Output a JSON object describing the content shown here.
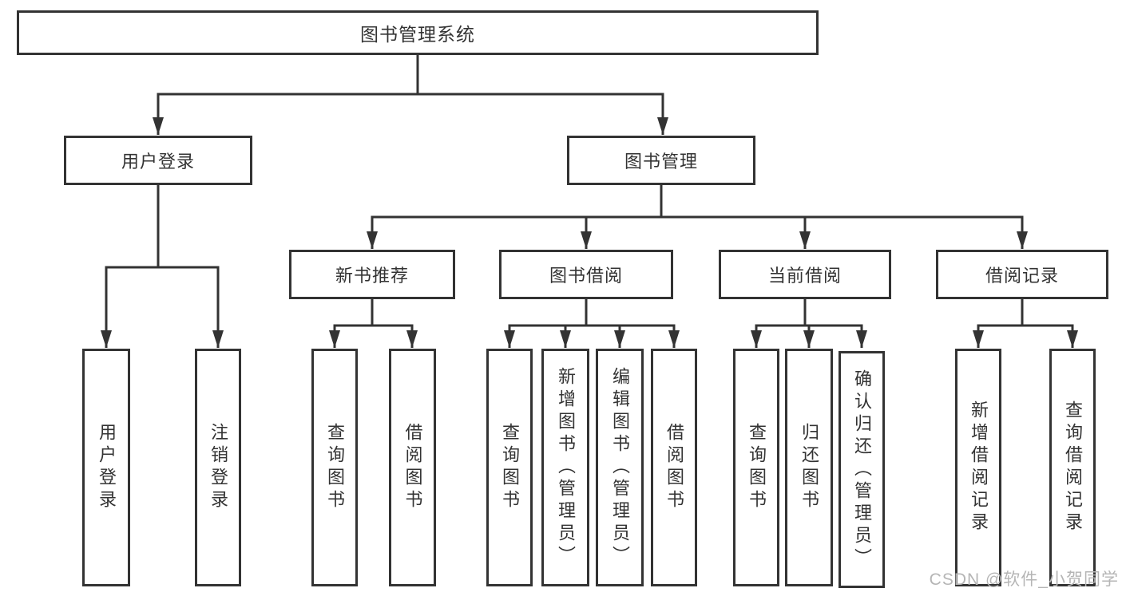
{
  "diagram": {
    "root": "图书管理系统",
    "branches": [
      {
        "label": "用户登录",
        "children": [
          "用户登录",
          "注销登录"
        ]
      },
      {
        "label": "图书管理",
        "children": [
          {
            "label": "新书推荐",
            "children": [
              "查询图书",
              "借阅图书"
            ]
          },
          {
            "label": "图书借阅",
            "children": [
              "查询图书",
              "新增图书（管理员）",
              "编辑图书（管理员）",
              "借阅图书"
            ]
          },
          {
            "label": "当前借阅",
            "children": [
              "查询图书",
              "归还图书",
              "确认归还（管理员）"
            ]
          },
          {
            "label": "借阅记录",
            "children": [
              "新增借阅记录",
              "查询借阅记录"
            ]
          }
        ]
      }
    ]
  },
  "watermark": {
    "text": "CSDN @软件_小贺同学"
  },
  "colors": {
    "line": "#333333",
    "text": "#333333",
    "watermark": "#b5b5b5",
    "background": "#ffffff"
  }
}
